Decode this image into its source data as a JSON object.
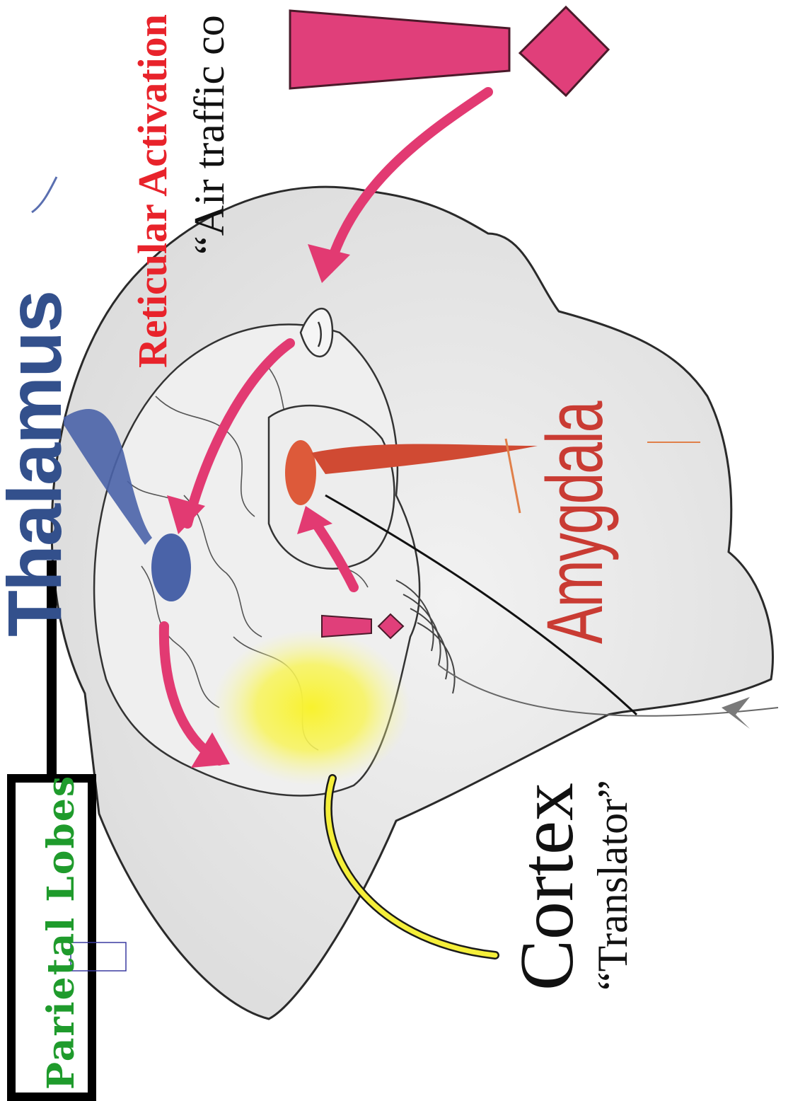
{
  "labels": {
    "thalamus": "Thalamus",
    "reticular": "Reticular Activation",
    "reticular_sub": "“Air traffic co",
    "amygdala": "Amygdala",
    "cortex": "Cortex",
    "cortex_sub": "“Translator”",
    "parietal": "Parietal Lobes"
  },
  "colors": {
    "arrow": "#e23a72",
    "thalamus": "#4a63a8",
    "amygdala": "#dd5a3a",
    "cortex_glow": "#f5ef3a",
    "parietal_text": "#1f9b2c",
    "reticular_text": "#e8232b"
  },
  "icons": [
    "exclamation-icon",
    "small-exclamation-icon"
  ]
}
